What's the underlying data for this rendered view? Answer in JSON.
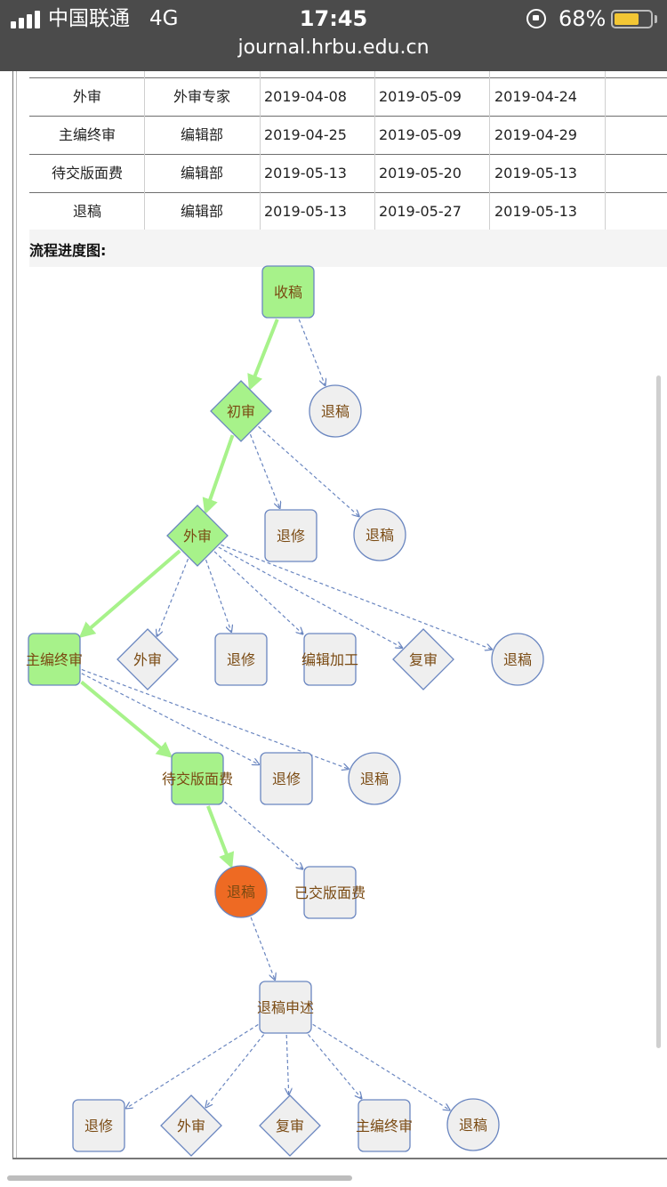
{
  "status_bar": {
    "carrier": "中国联通",
    "network": "4G",
    "time": "17:45",
    "battery_percent": "68%",
    "battery_level": 0.68
  },
  "browser": {
    "url": "journal.hrbu.edu.cn"
  },
  "table": {
    "rows": [
      [
        "外审",
        "外审专家",
        "2019-04-08",
        "2019-05-09",
        "2019-04-24",
        ""
      ],
      [
        "主编终审",
        "编辑部",
        "2019-04-25",
        "2019-05-09",
        "2019-04-29",
        ""
      ],
      [
        "待交版面费",
        "编辑部",
        "2019-05-13",
        "2019-05-20",
        "2019-05-13",
        ""
      ],
      [
        "退稿",
        "编辑部",
        "2019-05-13",
        "2019-05-27",
        "2019-05-13",
        ""
      ]
    ]
  },
  "section": {
    "title": "流程进度图:"
  },
  "flow": {
    "colors": {
      "done": "#a7f28a",
      "current": "#ee6a23",
      "pending": "#efefef",
      "border": "#6a86c0",
      "path": "#a7f28a",
      "label": "#7a4a12"
    },
    "nodes": [
      {
        "id": "n1",
        "label": "收稿",
        "shape": "rect",
        "state": "done"
      },
      {
        "id": "n2",
        "label": "初审",
        "shape": "diamond",
        "state": "done"
      },
      {
        "id": "n3",
        "label": "退稿",
        "shape": "circle",
        "state": "pending"
      },
      {
        "id": "n4",
        "label": "外审",
        "shape": "diamond",
        "state": "done"
      },
      {
        "id": "n5",
        "label": "退修",
        "shape": "rect",
        "state": "pending"
      },
      {
        "id": "n6",
        "label": "退稿",
        "shape": "circle",
        "state": "pending"
      },
      {
        "id": "n7",
        "label": "主编终审",
        "shape": "rect",
        "state": "done"
      },
      {
        "id": "n8",
        "label": "外审",
        "shape": "diamond",
        "state": "pending"
      },
      {
        "id": "n9",
        "label": "退修",
        "shape": "rect",
        "state": "pending"
      },
      {
        "id": "n10",
        "label": "编辑加工",
        "shape": "rect",
        "state": "pending"
      },
      {
        "id": "n11",
        "label": "复审",
        "shape": "diamond",
        "state": "pending"
      },
      {
        "id": "n12",
        "label": "退稿",
        "shape": "circle",
        "state": "pending"
      },
      {
        "id": "n13",
        "label": "待交版面费",
        "shape": "rect",
        "state": "done"
      },
      {
        "id": "n14",
        "label": "退修",
        "shape": "rect",
        "state": "pending"
      },
      {
        "id": "n15",
        "label": "退稿",
        "shape": "circle",
        "state": "pending"
      },
      {
        "id": "n16",
        "label": "退稿",
        "shape": "circle",
        "state": "current"
      },
      {
        "id": "n17",
        "label": "已交版面费",
        "shape": "rect",
        "state": "pending"
      },
      {
        "id": "n18",
        "label": "退稿申述",
        "shape": "rect",
        "state": "pending"
      },
      {
        "id": "n19",
        "label": "退修",
        "shape": "rect",
        "state": "pending"
      },
      {
        "id": "n20",
        "label": "外审",
        "shape": "diamond",
        "state": "pending"
      },
      {
        "id": "n21",
        "label": "复审",
        "shape": "diamond",
        "state": "pending"
      },
      {
        "id": "n22",
        "label": "主编终审",
        "shape": "rect",
        "state": "pending"
      },
      {
        "id": "n23",
        "label": "退稿",
        "shape": "circle",
        "state": "pending"
      }
    ],
    "edges": [
      {
        "from": "n1",
        "to": "n2",
        "path": true
      },
      {
        "from": "n1",
        "to": "n3"
      },
      {
        "from": "n2",
        "to": "n4",
        "path": true
      },
      {
        "from": "n2",
        "to": "n5"
      },
      {
        "from": "n2",
        "to": "n6"
      },
      {
        "from": "n4",
        "to": "n7",
        "path": true
      },
      {
        "from": "n4",
        "to": "n8"
      },
      {
        "from": "n4",
        "to": "n9"
      },
      {
        "from": "n4",
        "to": "n10"
      },
      {
        "from": "n4",
        "to": "n11"
      },
      {
        "from": "n4",
        "to": "n12"
      },
      {
        "from": "n7",
        "to": "n13",
        "path": true
      },
      {
        "from": "n7",
        "to": "n14"
      },
      {
        "from": "n7",
        "to": "n15"
      },
      {
        "from": "n13",
        "to": "n16",
        "path": true
      },
      {
        "from": "n13",
        "to": "n17"
      },
      {
        "from": "n16",
        "to": "n18"
      },
      {
        "from": "n18",
        "to": "n19"
      },
      {
        "from": "n18",
        "to": "n20"
      },
      {
        "from": "n18",
        "to": "n21"
      },
      {
        "from": "n18",
        "to": "n22"
      },
      {
        "from": "n18",
        "to": "n23"
      }
    ]
  }
}
